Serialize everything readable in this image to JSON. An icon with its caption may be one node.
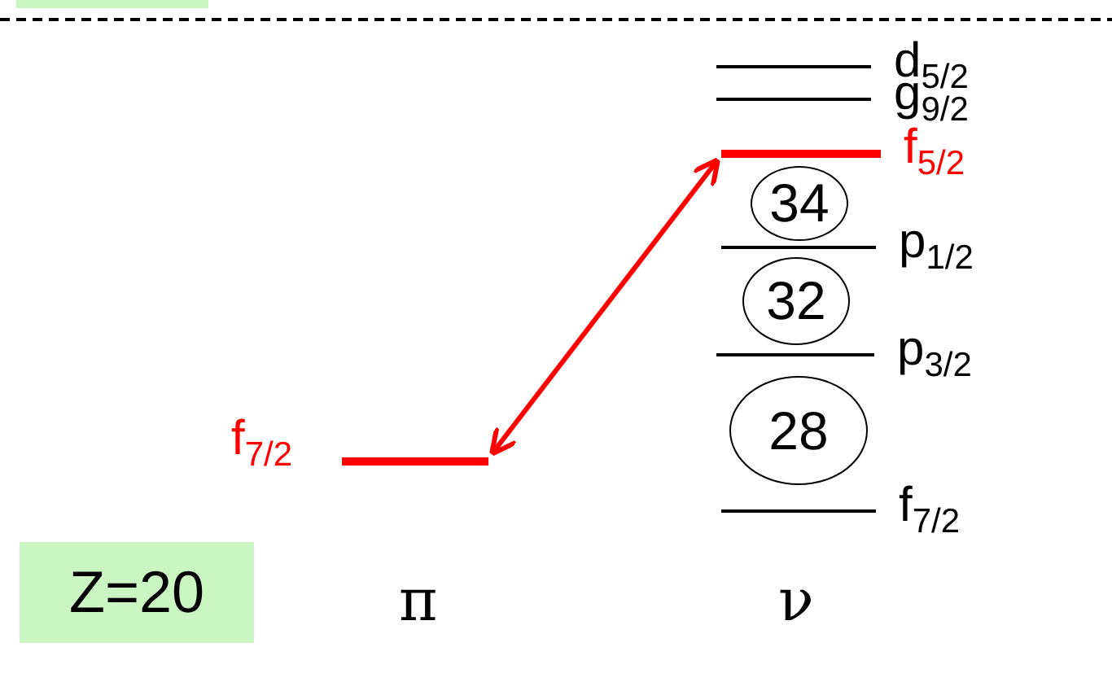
{
  "diagram": {
    "nodes": [
      {
        "text": [],
        "shape": "box"
      },
      {
        "text": [
          "d$_{5/2}$"
        ]
      },
      {
        "text": [
          "g$_{9/2}$"
        ]
      },
      {
        "text": [
          "f$_{5/2}$"
        ]
      },
      {
        "text": [
          "34"
        ]
      },
      {
        "text": [
          "p$_{1/2}$"
        ]
      },
      {
        "text": [
          "32"
        ]
      },
      {
        "text": [
          "p$_{3/2}$"
        ]
      },
      {
        "text": [
          "f$_{7/2}$"
        ]
      },
      {
        "text": [
          "28"
        ]
      },
      {
        "text": [
          "f$_{7/2}$"
        ]
      },
      {
        "text": [
          "Z=20"
        ]
      }
    ],
    "edges": [
      {
        "from": 8,
        "to": 3,
        "arrow": "both"
      }
    ],
    "labels": [
      "π",
      "ν"
    ]
  }
}
